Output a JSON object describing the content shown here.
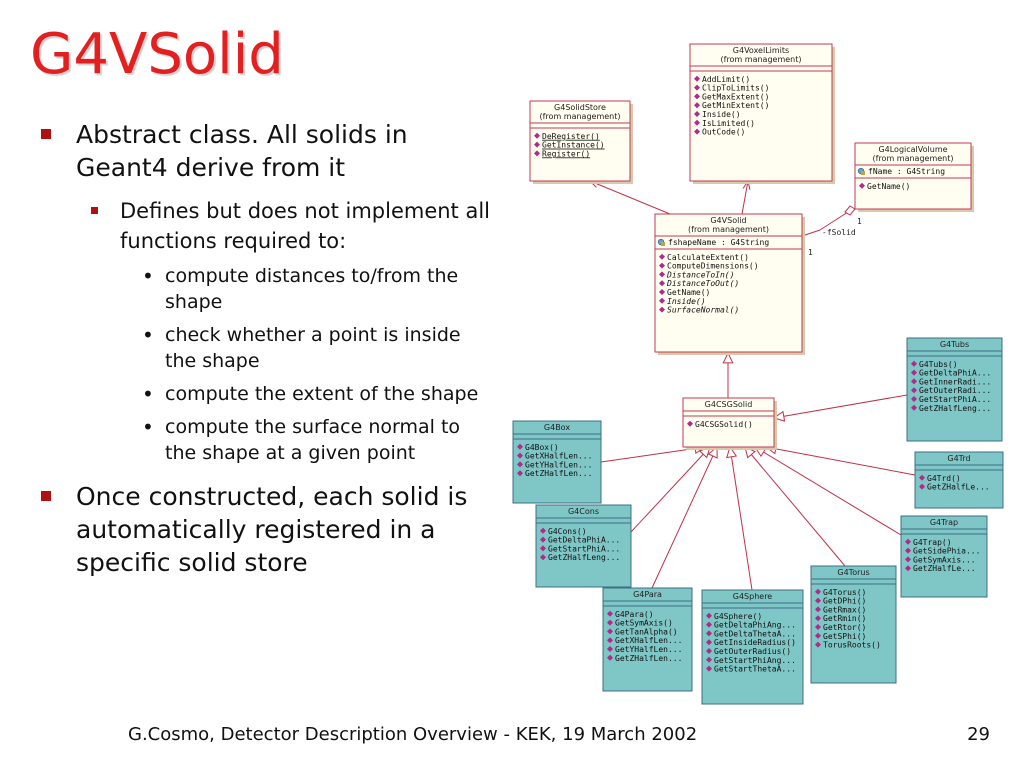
{
  "slide": {
    "title": "G4VSolid",
    "bullets": [
      {
        "text": "Abstract class. All solids in Geant4 derive from it",
        "children": [
          {
            "text": "Defines but does not implement all functions required to:",
            "children": [
              {
                "text": "compute distances to/from the shape"
              },
              {
                "text": "check whether a point is inside the shape"
              },
              {
                "text": "compute the extent of the shape"
              },
              {
                "text": "compute the surface normal to the shape at a given point"
              }
            ]
          }
        ]
      },
      {
        "text": "Once constructed, each solid is automatically registered in a specific solid store",
        "children": []
      }
    ],
    "footer": {
      "left": "G.Cosmo, Detector Description Overview - KEK, 19 March 2002",
      "right": "29"
    }
  },
  "colors": {
    "title": "#e32020",
    "bullet": "#b01010",
    "arrow": "#c0304a",
    "yellow_fill": "#fffef0",
    "yellow_border": "#c23a54",
    "teal_fill": "#7fc6c6",
    "teal_border": "#3c6f86"
  },
  "diagram": {
    "classes": {
      "voxel": {
        "name": "G4VoxelLimits",
        "stereotype": "(from management)",
        "attributes": [],
        "methods": [
          "AddLimit()",
          "ClipToLimits()",
          "GetMaxExtent()",
          "GetMinExtent()",
          "Inside()",
          "IsLimited()",
          "OutCode()"
        ]
      },
      "solidstore": {
        "name": "G4SolidStore",
        "stereotype": "(from management)",
        "attributes": [],
        "methods": [
          "DeRegister()",
          "GetInstance()",
          "Register()"
        ]
      },
      "logical": {
        "name": "G4LogicalVolume",
        "stereotype": "(from management)",
        "attributes": [
          "fName : G4String"
        ],
        "methods": [
          "GetName()"
        ]
      },
      "vsolid": {
        "name": "G4VSolid",
        "stereotype": "(from management)",
        "attributes": [
          "fshapeName : G4String"
        ],
        "methods": [
          "CalculateExtent()",
          "ComputeDimensions()",
          "DistanceToIn()",
          "DistanceToOut()",
          "GetName()",
          "Inside()",
          "SurfaceNormal()"
        ]
      },
      "csg": {
        "name": "G4CSGSolid",
        "stereotype": "",
        "attributes": [],
        "methods": [
          "G4CSGSolid()"
        ]
      },
      "tubs": {
        "name": "G4Tubs",
        "stereotype": "",
        "attributes": [],
        "methods": [
          "G4Tubs()",
          "GetDeltaPhiA...",
          "GetInnerRadi...",
          "GetOuterRadi...",
          "GetStartPhiA...",
          "GetZHalfLeng..."
        ]
      },
      "box": {
        "name": "G4Box",
        "stereotype": "",
        "attributes": [],
        "methods": [
          "G4Box()",
          "GetXHalfLen...",
          "GetYHalfLen...",
          "GetZHalfLen..."
        ]
      },
      "trd": {
        "name": "G4Trd",
        "stereotype": "",
        "attributes": [],
        "methods": [
          "G4Trd()",
          "GetZHalfLe..."
        ]
      },
      "cons": {
        "name": "G4Cons",
        "stereotype": "",
        "attributes": [],
        "methods": [
          "G4Cons()",
          "GetDeltaPhiA...",
          "GetStartPhiA...",
          "GetZHalfLeng..."
        ]
      },
      "trap": {
        "name": "G4Trap",
        "stereotype": "",
        "attributes": [],
        "methods": [
          "G4Trap()",
          "GetSidePhia...",
          "GetSymAxis...",
          "GetZHalfLe..."
        ]
      },
      "torus": {
        "name": "G4Torus",
        "stereotype": "",
        "attributes": [],
        "methods": [
          "G4Torus()",
          "GetDPhi()",
          "GetRmax()",
          "GetRmin()",
          "GetRtor()",
          "GetSPhi()",
          "TorusRoots()"
        ]
      },
      "para": {
        "name": "G4Para",
        "stereotype": "",
        "attributes": [],
        "methods": [
          "G4Para()",
          "GetSymAxis()",
          "GetTanAlpha()",
          "GetXHalfLen...",
          "GetYHalfLen...",
          "GetZHalfLen..."
        ]
      },
      "sphere": {
        "name": "G4Sphere",
        "stereotype": "",
        "attributes": [],
        "methods": [
          "G4Sphere()",
          "GetDeltaPhiAng...",
          "GetDeltaThetaA...",
          "GetInsideRadius()",
          "GetOuterRadius()",
          "GetStartPhiAng...",
          "GetStartThetaA..."
        ]
      }
    },
    "association": {
      "role": "-fSolid",
      "mult_a": "1",
      "mult_b": "1"
    }
  }
}
